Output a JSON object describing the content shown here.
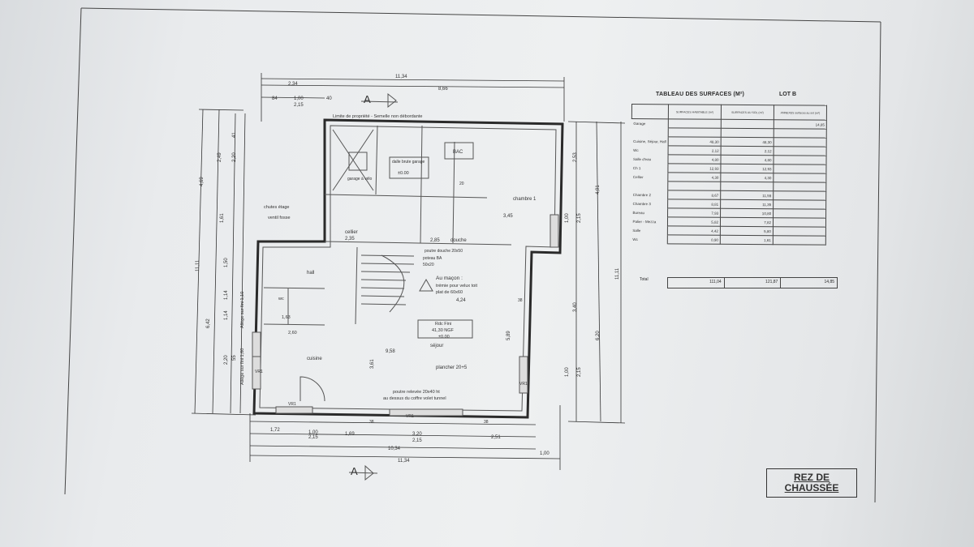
{
  "sheet": {
    "stamp_line1": "REZ DE",
    "stamp_line2": "CHAUSSÉE"
  },
  "plan": {
    "section_mark": "A",
    "dims_top": [
      "11,34",
      "2,34",
      "8,66",
      "84",
      "1,00",
      "2,15",
      "40"
    ],
    "dims_bottom": [
      "1,72",
      "1,00",
      "2,15",
      "1,69",
      "3,20",
      "2,15",
      "2,51",
      "10,34",
      "11,34",
      "1,00"
    ],
    "dims_left": [
      "4,69",
      "2,49",
      "2,20",
      "41",
      "1,61",
      "11,11",
      "1,50",
      "1,14",
      "1,14",
      "6,42",
      "2,20",
      "55"
    ],
    "dims_right": [
      "2,53",
      "4,91",
      "1,00",
      "2,15",
      "11,11",
      "3,40",
      "6,20",
      "1,00",
      "2,15"
    ],
    "notes": {
      "boundary": "Limite de propriété - Semelle non débordante",
      "garage_slab": "dalle brute garage",
      "garage_level": "±0.00",
      "bac": "BAC",
      "garage_velo": "garage à vélo",
      "chambre1": "chambre 1",
      "chambre1_area": "3,45",
      "cellier": "cellier",
      "cellier_dim": "2,35",
      "douche": "douche",
      "douche_dim": "2,85",
      "poutre_douche": "poutre douche 20x50",
      "poteau": "poteau BA",
      "poteau_dim": "50x20",
      "au_macon": "Au maçon :",
      "tremie": "trémie pour velux toit",
      "plat": "plat de 60x60",
      "hall": "hall",
      "wc": "wc",
      "wc_dim": "1,63",
      "dim_260": "2,60",
      "rdc_title": "Rdc Fini",
      "rdc_ngf": "41,30 NGF",
      "rdc_level": "±0.00",
      "sejour": "séjour",
      "dim_424": "4,24",
      "cuisine": "cuisine",
      "dim_958": "9,58",
      "plancher": "plancher 20+5",
      "dim_361": "3,61",
      "dim_589": "5,89",
      "poutre_relevee1": "poutre relevée 20x40 ht",
      "poutre_relevee2": "au dessus du coffre volet tunnel",
      "chutes1": "chutes étage",
      "chutes2": "ventil fosse",
      "allege1": "Allège sur fini 1,10",
      "allege2": "Allège sur fini 1,60",
      "vr": "VR1",
      "wall38": "38",
      "wall20": "20"
    }
  },
  "surfaces_table": {
    "title": "TABLEAU DES SURFACES (M²)",
    "lot": "LOT B",
    "columns": [
      "SURFACES HABITABLE (m²)",
      "SURFACES AU SOL (m²)",
      "ANNEXES surfaces au sol (m²)"
    ],
    "rows": [
      {
        "room": "Garage",
        "hab": "",
        "sol": "",
        "annexe": "14,85"
      },
      {
        "room": "",
        "hab": "",
        "sol": "",
        "annexe": ""
      },
      {
        "room": "Cuisine, Séjour, Hall",
        "hab": "48,30",
        "sol": "48,30",
        "annexe": ""
      },
      {
        "room": "Wc",
        "hab": "2,12",
        "sol": "2,12",
        "annexe": ""
      },
      {
        "room": "Salle d'eau",
        "hab": "4,80",
        "sol": "4,80",
        "annexe": ""
      },
      {
        "room": "Ch 1",
        "hab": "12,93",
        "sol": "12,93",
        "annexe": ""
      },
      {
        "room": "Cellier",
        "hab": "4,30",
        "sol": "4,30",
        "annexe": ""
      },
      {
        "room": "",
        "hab": "",
        "sol": "",
        "annexe": ""
      },
      {
        "room": "Chambre 2",
        "hab": "8,67",
        "sol": "11,59",
        "annexe": ""
      },
      {
        "room": "Chambre 3",
        "hab": "8,81",
        "sol": "11,35",
        "annexe": ""
      },
      {
        "room": "Bureau",
        "hab": "7,93",
        "sol": "10,80",
        "annexe": ""
      },
      {
        "room": "Palier - Mezza",
        "hab": "5,82",
        "sol": "7,82",
        "annexe": ""
      },
      {
        "room": "Salle",
        "hab": "4,42",
        "sol": "5,80",
        "annexe": ""
      },
      {
        "room": "Wc",
        "hab": "0,90",
        "sol": "1,61",
        "annexe": ""
      }
    ],
    "total_label": "Total",
    "total": {
      "hab": "111,04",
      "sol": "121,87",
      "annexe": "14,85"
    }
  }
}
